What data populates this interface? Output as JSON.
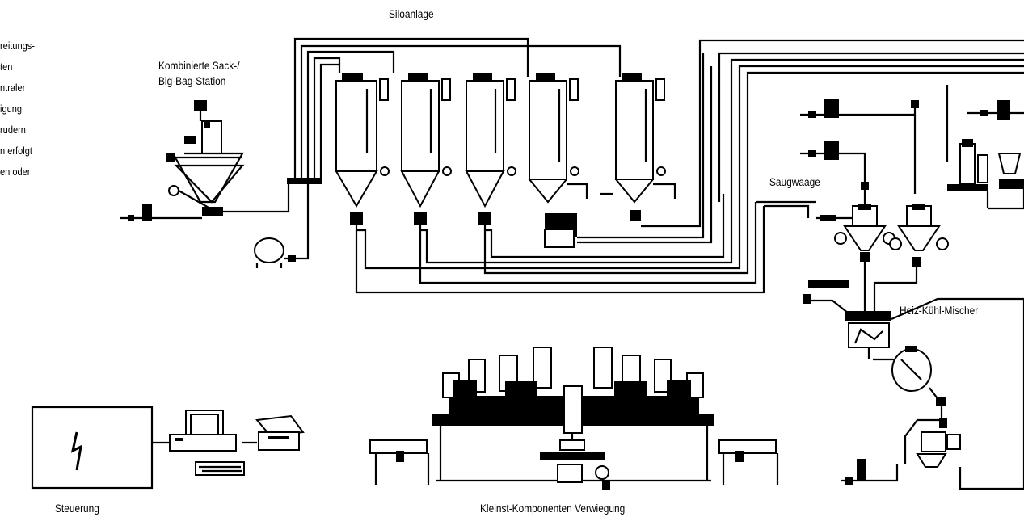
{
  "diagram": {
    "left_text": [
      "reitungs-",
      "ten",
      "ntraler",
      "igung.",
      "rudern",
      "n erfolgt",
      "en oder"
    ],
    "labels": {
      "siloanlage": "Siloanlage",
      "sack_station": "Kombinierte Sack-/\nBig-Bag-Station",
      "saugwaage": "Saugwaage",
      "heiz_kuehl": "Heiz-Kühl-Mischer",
      "steuerung": "Steuerung",
      "kleinst": "Kleinst-Komponenten Verwiegung"
    }
  }
}
